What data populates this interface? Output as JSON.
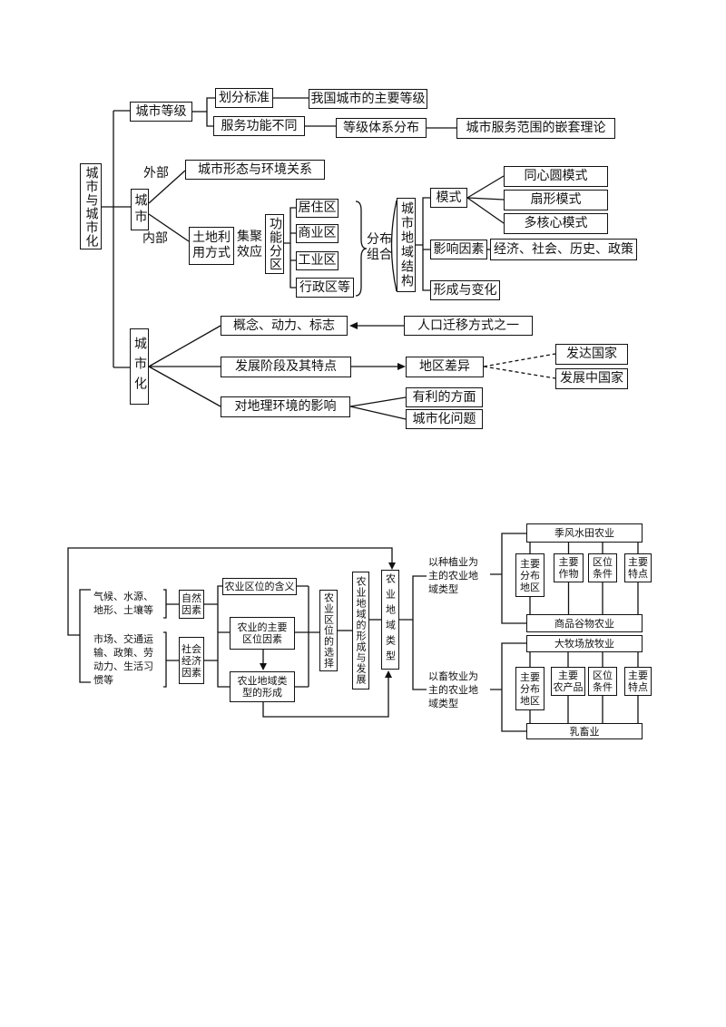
{
  "urban": {
    "root": "城市与城市化",
    "grade": {
      "title": "城市等级",
      "criteria": "划分标准",
      "main_grades": "我国城市的主要等级",
      "service": "服务功能不同",
      "system": "等级体系分布",
      "theory": "城市服务范围的嵌套理论"
    },
    "city": {
      "title": "城市",
      "outer_label": "外部",
      "inner_label": "内部",
      "form": "城市形态与环境关系",
      "land_use": "土地利\n用方式",
      "agglomeration": "集聚\n效应",
      "zoning": "功能分区",
      "zones": [
        "居住区",
        "商业区",
        "工业区",
        "行政区等"
      ],
      "distribution": "分布\n组合",
      "structure": "城市地域结构",
      "model": "模式",
      "models": [
        "同心圆模式",
        "扇形模式",
        "多核心模式"
      ],
      "factors": "影响因素",
      "factors_detail": "经济、社会、历史、政策",
      "evolution": "形成与变化"
    },
    "urbanization": {
      "title": "城市化",
      "concept": "概念、动力、标志",
      "migration": "人口迁移方式之一",
      "stages": "发展阶段及其特点",
      "regional_diff": "地区差异",
      "developed": "发达国家",
      "developing": "发展中国家",
      "impact": "对地理环境的影响",
      "positive": "有利的方面",
      "problems": "城市化问题"
    }
  },
  "agriculture": {
    "natural_detail": "气候、水源、\n地形、土壤等",
    "social_detail": "市场、交通运\n输、政策、劳\n动力、生活习\n惯等",
    "natural": "自然\n因素",
    "social": "社会\n经济\n因素",
    "meaning": "农业区位的含义",
    "main_factors": "农业的主要\n区位因素",
    "type_formation": "农业地域类\n型的形成",
    "location_choice": "农业区位的选择",
    "formation_dev": "农业地域的形成与发展",
    "types": "农业地域类型",
    "planting": {
      "title": "以种植业为\n主的农业地\n域类型",
      "top": "季风水田农业",
      "bottom": "商品谷物农业",
      "aspects": [
        "主要\n分布\n地区",
        "主要\n作物",
        "区位\n条件",
        "主要\n特点"
      ]
    },
    "livestock": {
      "title": "以畜牧业为\n主的农业地\n域类型",
      "top": "大牧场放牧业",
      "bottom": "乳畜业",
      "aspects": [
        "主要\n分布\n地区",
        "主要\n农产品",
        "区位\n条件",
        "主要\n特点"
      ]
    }
  }
}
